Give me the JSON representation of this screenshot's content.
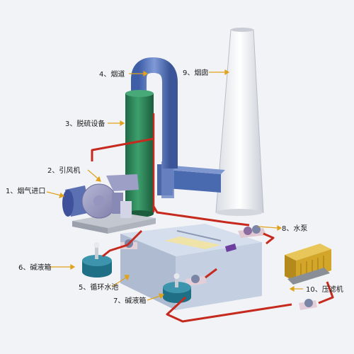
{
  "labels": {
    "l1": "1、烟气进口",
    "l2": "2、引风机",
    "l3": "3、脱硫设备",
    "l4": "4、烟道",
    "l5": "5、循环水池",
    "l6": "6、碱液箱",
    "l7": "7、碱液箱",
    "l8": "8、水泵",
    "l9": "9、烟囱",
    "l10": "10、压滤机"
  },
  "colors": {
    "pipe": "#c62a1e",
    "tower": "#2f8a5c",
    "duct": "#5d7bbf",
    "chimney": "#eceef2",
    "pool": "#cdd9ea",
    "tank": "#1f6f86",
    "filter_press": "#d7ad2c",
    "arrow": "#e0a21a",
    "base": "#9aa0ac"
  }
}
